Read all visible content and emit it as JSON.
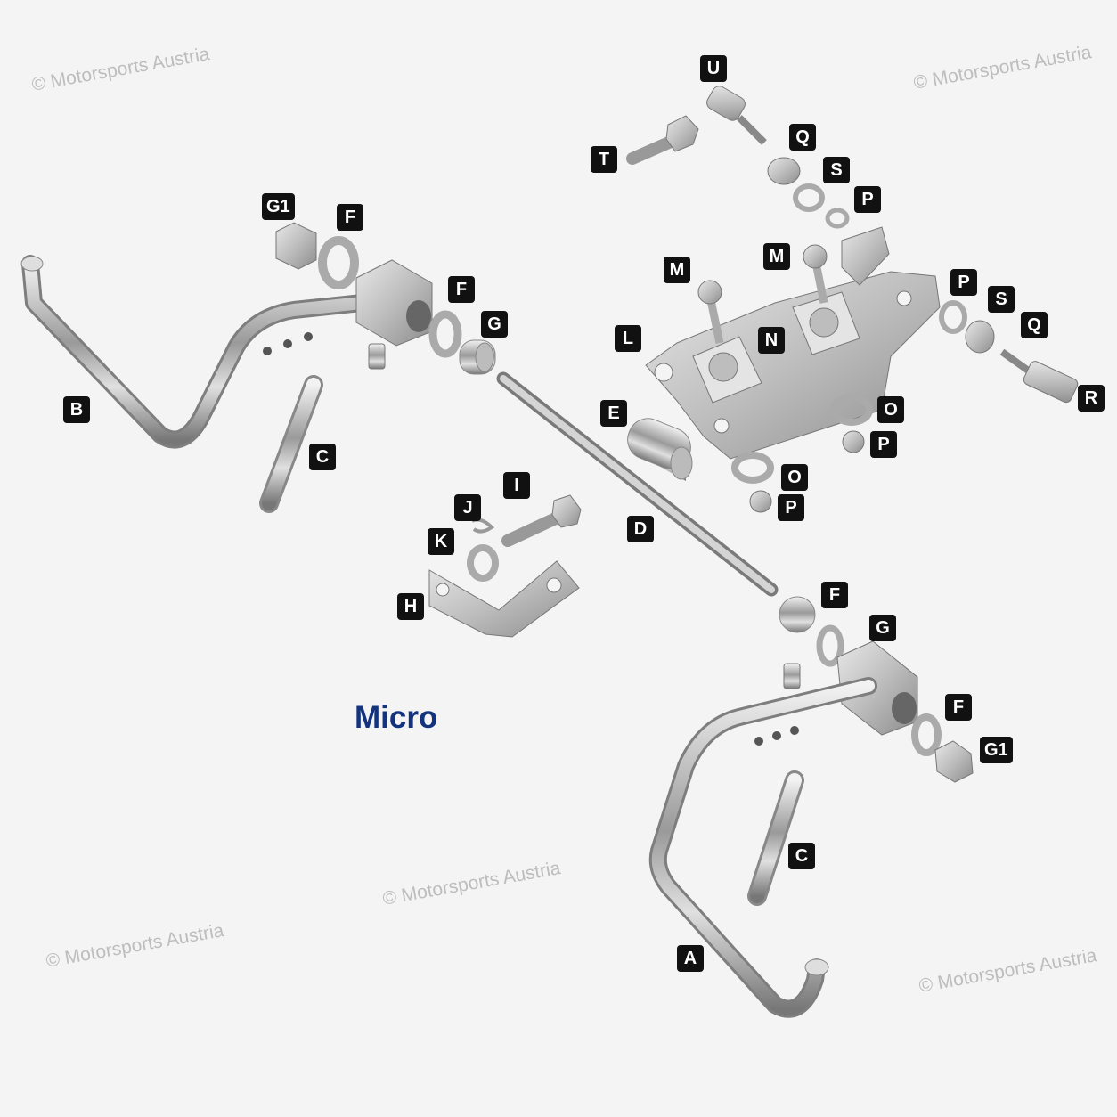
{
  "watermark_text": "© Motorsports Austria",
  "title": "Micro",
  "callouts": {
    "u": "U",
    "t": "T",
    "q_top": "Q",
    "s_top": "S",
    "p_top": "P",
    "g1_left": "G1",
    "f_left_top": "F",
    "m_left": "M",
    "m_right": "M",
    "f_left_mid": "F",
    "g_left": "G",
    "p_right": "P",
    "s_right": "S",
    "q_right": "Q",
    "l": "L",
    "n": "N",
    "r": "R",
    "b": "B",
    "e": "E",
    "o_upper": "O",
    "p_upper_mid": "P",
    "c_left": "C",
    "o_lower": "O",
    "p_lower_mid": "P",
    "i": "I",
    "j": "J",
    "d": "D",
    "k": "K",
    "f_right_top": "F",
    "h": "H",
    "g_right": "G",
    "f_right_low": "F",
    "g1_right": "G1",
    "c_right": "C",
    "a": "A"
  },
  "colors": {
    "title": "#13337f",
    "callout_bg": "#111111",
    "metal": "#c9c9c9"
  }
}
